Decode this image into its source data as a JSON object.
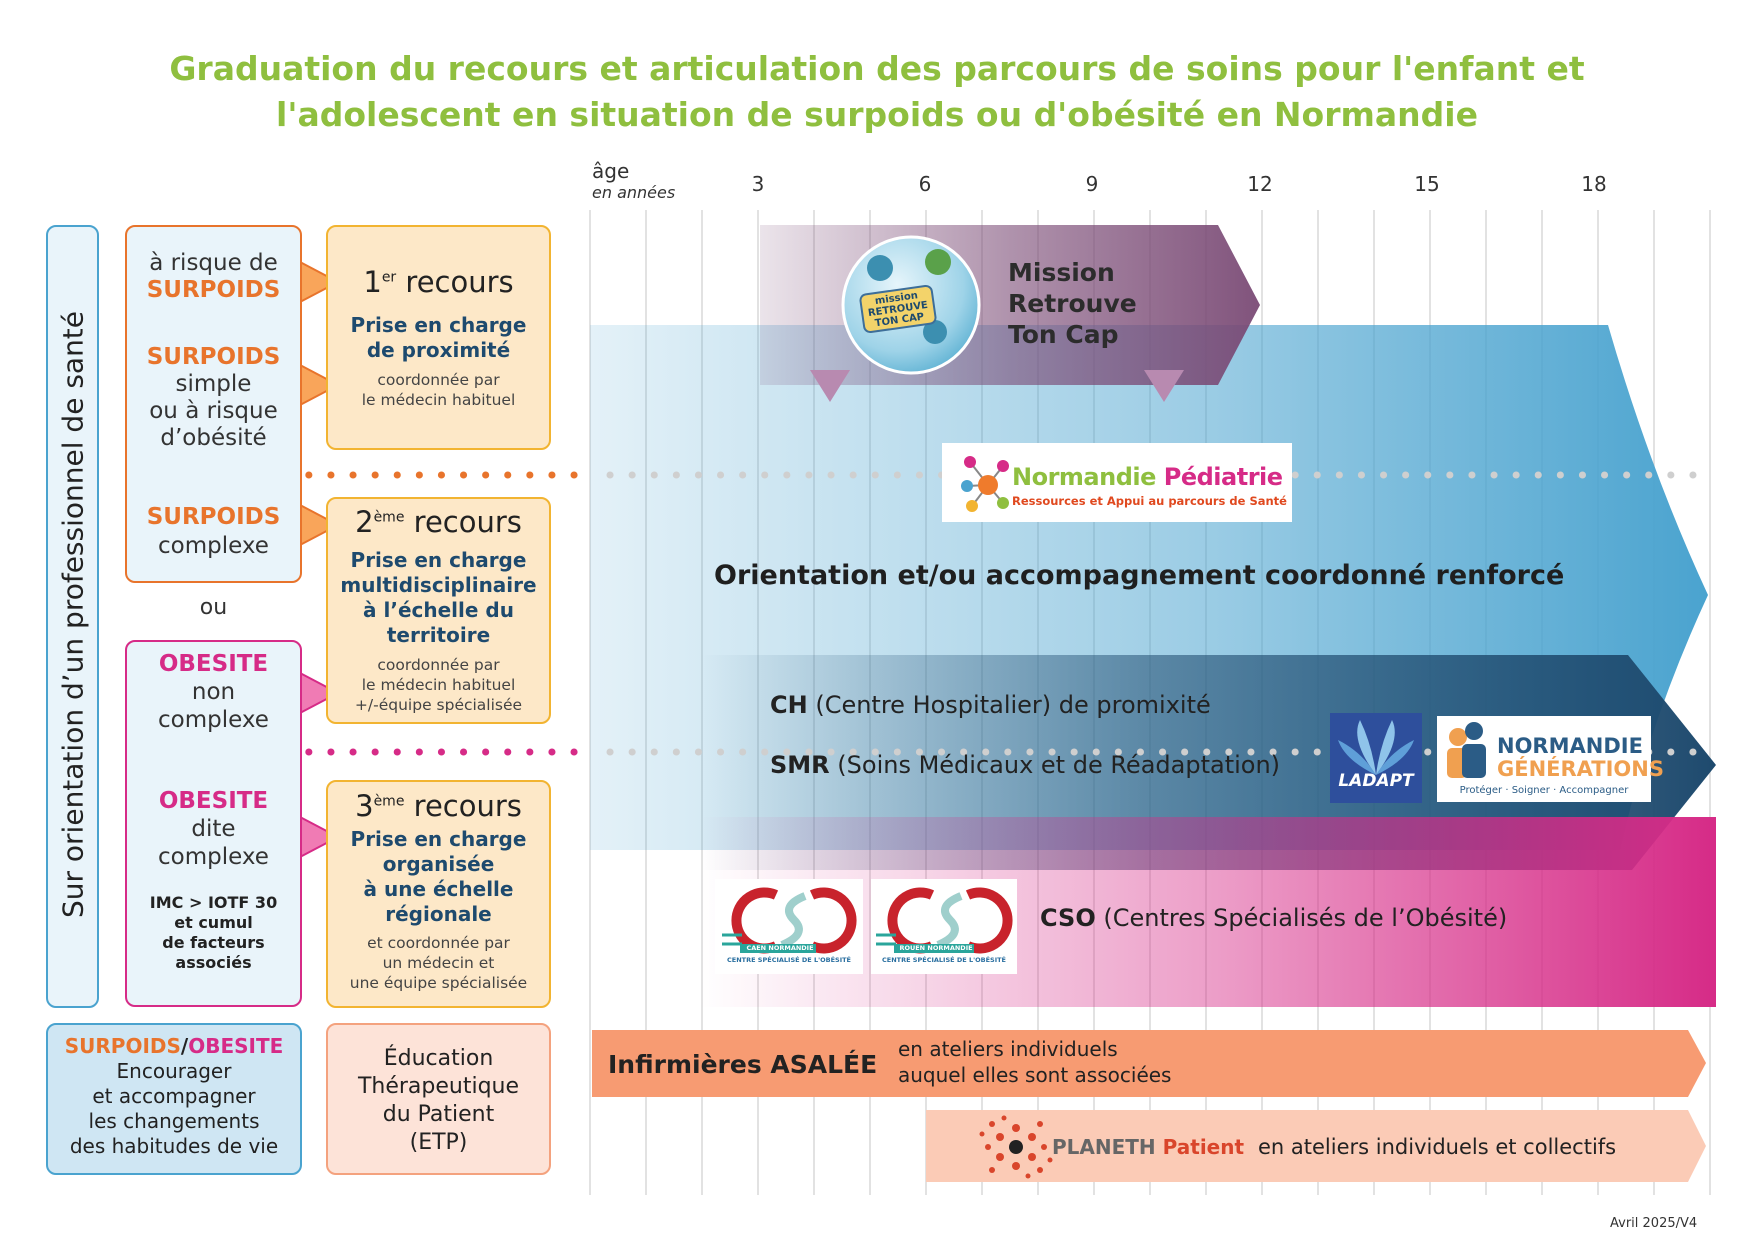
{
  "title": {
    "line1": "Graduation du recours et articulation des parcours de soins pour l'enfant et",
    "line2": "l'adolescent en situation de surpoids ou d'obésité en Normandie"
  },
  "axis": {
    "label": "âge",
    "unit": "en années",
    "ticks": [
      "3",
      "6",
      "9",
      "12",
      "15",
      "18"
    ]
  },
  "sidebar": {
    "label": "Sur orientation d’un professionnel de santé"
  },
  "categories": {
    "risque_line1": "à risque de",
    "risque_line2": "SURPOIDS",
    "simple_line1": "SURPOIDS",
    "simple_line2": "simple",
    "simple_line3": "ou à risque",
    "simple_line4": "d’obésité",
    "complexe_line1": "SURPOIDS",
    "complexe_line2": "complexe",
    "ou": "ou",
    "obes_nc_line1": "OBESITE",
    "obes_nc_line2": "non",
    "obes_nc_line3": "complexe",
    "obes_c_line1": "OBESITE",
    "obes_c_line2": "dite",
    "obes_c_line3": "complexe",
    "imc_line1": "IMC > IOTF 30",
    "imc_line2": "et cumul",
    "imc_line3": "de facteurs",
    "imc_line4": "associés"
  },
  "recours": {
    "r1_num": "1",
    "r1_sup": "er",
    "r1_word": "recours",
    "r1_bold1": "Prise en charge",
    "r1_bold2": "de proximité",
    "r1_small1": "coordonnée par",
    "r1_small2": "le médecin habituel",
    "r2_num": "2",
    "r2_sup": "ème",
    "r2_word": "recours",
    "r2_bold1": "Prise en charge",
    "r2_bold2": "multidisciplinaire",
    "r2_bold3": "à l’échelle du",
    "r2_bold4": "territoire",
    "r2_small1": "coordonnée par",
    "r2_small2": "le médecin habituel",
    "r2_small3": "+/-équipe spécialisée",
    "r3_num": "3",
    "r3_sup": "ème",
    "r3_word": "recours",
    "r3_bold1": "Prise en charge",
    "r3_bold2": "organisée",
    "r3_bold3": "à une échelle",
    "r3_bold4": "régionale",
    "r3_small1": "et coordonnée par",
    "r3_small2": "un médecin et",
    "r3_small3": "une équipe spécialisée"
  },
  "bottom_left": {
    "head_surpoids": "SURPOIDS",
    "head_slash": "/",
    "head_obesite": "OBESITE",
    "line1": "Encourager",
    "line2": "et accompagner",
    "line3": "les changements",
    "line4": "des habitudes de vie"
  },
  "etp": {
    "line1": "Éducation",
    "line2": "Thérapeutique",
    "line3": "du Patient",
    "line4": "(ETP)"
  },
  "bands": {
    "mrtc_line1": "Mission",
    "mrtc_line2": "Retrouve",
    "mrtc_line3": "Ton Cap",
    "mrtc_logo_word1": "mission",
    "mrtc_logo_word2": "RETROUVE",
    "mrtc_logo_word3": "TON CAP",
    "np_name1": "Normandie",
    "np_name2": "Pédiatrie",
    "np_sub": "Ressources et Appui au parcours de Santé",
    "orientation": "Orientation et/ou accompagnement coordonné renforcé",
    "ch_bold": "CH",
    "ch_rest": " (Centre Hospitalier) de promixité",
    "smr_bold": "SMR",
    "smr_rest": " (Soins Médicaux et de Réadaptation)",
    "ladapt": "LADAPT",
    "ng_line1": "NORMANDIE",
    "ng_line2": "GÉNÉRATIONS",
    "ng_sub": "Protéger  ·  Soigner  ·  Accompagner",
    "cso_bold": "CSO",
    "cso_rest": " (Centres Spécialisés de l’Obésité)",
    "cso_caen_city": "CAEN NORMANDIE",
    "cso_rouen_city": "ROUEN NORMANDIE",
    "cso_caption": "CENTRE SPÉCIALISÉ DE L'OBÉSITÉ",
    "asalee_bold": "Infirmières ASALÉE",
    "asalee_line1": "en ateliers individuels",
    "asalee_line2": "auquel elles sont associées",
    "planeth_name": "PLANETH",
    "planeth_word": "Patient",
    "planeth_desc": "en ateliers individuels et collectifs"
  },
  "version": "Avril 2025/V4",
  "colors": {
    "title": "#8fbf3f",
    "orange": "#e8742c",
    "pink": "#d62b87",
    "blue": "#4aa3cf",
    "navy": "#1e4a6e",
    "purple": "#7a4a75",
    "asalee": "#f79b72",
    "planeth": "#fbcbb6"
  }
}
